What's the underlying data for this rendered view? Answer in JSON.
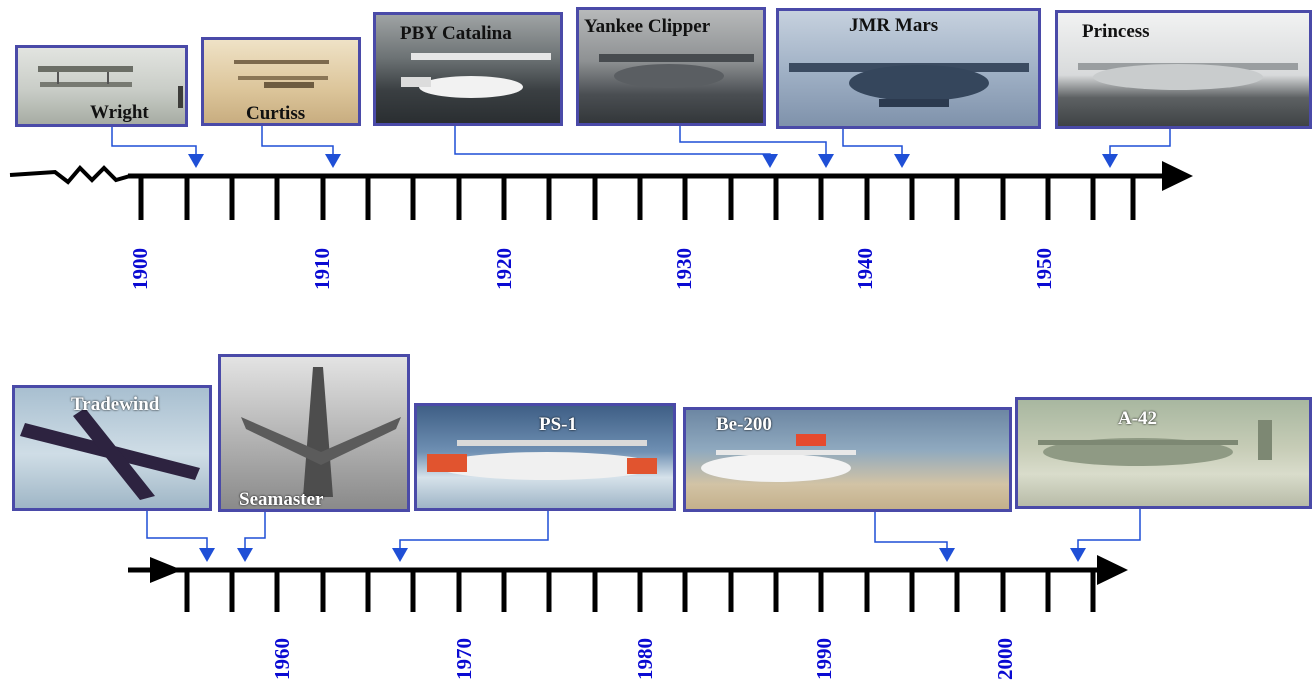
{
  "colors": {
    "axis": "#000000",
    "connector": "#1f4fd6",
    "arrow_marker": "#1f4fd6",
    "year_label": "#0a0ad2",
    "photo_border": "#4a4aa8"
  },
  "timeline_top": {
    "years": [
      "1900",
      "1910",
      "1920",
      "1930",
      "1940",
      "1950"
    ],
    "aircraft": [
      {
        "name": "Wright"
      },
      {
        "name": "Curtiss"
      },
      {
        "name": "PBY Catalina"
      },
      {
        "name": "Yankee Clipper"
      },
      {
        "name": "JMR Mars"
      },
      {
        "name": "Princess"
      }
    ]
  },
  "timeline_bottom": {
    "years": [
      "1960",
      "1970",
      "1980",
      "1990",
      "2000"
    ],
    "aircraft": [
      {
        "name": "Tradewind"
      },
      {
        "name": "Seamaster"
      },
      {
        "name": "PS-1"
      },
      {
        "name": "Be-200"
      },
      {
        "name": "A-42"
      }
    ]
  }
}
